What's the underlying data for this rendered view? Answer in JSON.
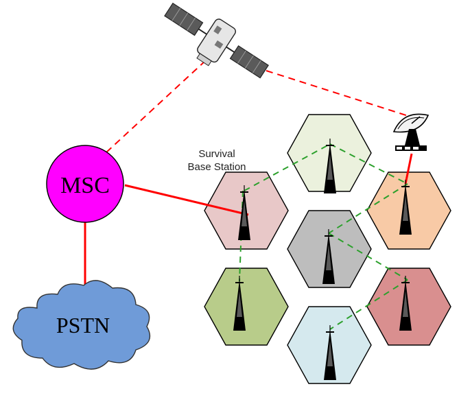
{
  "diagram": {
    "nodes": {
      "msc": {
        "label": "MSC",
        "color": "#ff00ff"
      },
      "pstn": {
        "label": "PSTN",
        "color": "#6f9bd8"
      }
    },
    "survival_label": {
      "line1": "Survival",
      "line2": "Base Station"
    },
    "cells": [
      {
        "id": "top",
        "color": "#ebf1dd"
      },
      {
        "id": "upper-left",
        "color": "#e8c8c8"
      },
      {
        "id": "center",
        "color": "#bdbdbd"
      },
      {
        "id": "upper-right",
        "color": "#f8caa6"
      },
      {
        "id": "lower-left",
        "color": "#b8cc8a"
      },
      {
        "id": "lower-right",
        "color": "#d98f8f"
      },
      {
        "id": "bottom",
        "color": "#d5e9ee"
      }
    ],
    "colors": {
      "wired_link": "#ff0000",
      "satellite_link": "#ff0000",
      "inter_cell_link": "#2ca02c"
    },
    "icons": [
      "satellite-icon",
      "satellite-dish-icon",
      "cell-tower-icon",
      "cloud-icon"
    ]
  }
}
